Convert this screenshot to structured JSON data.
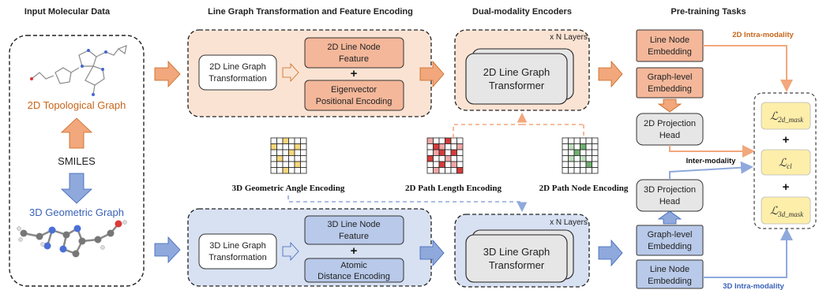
{
  "headers": {
    "input": "Input Molecular Data",
    "linegraph": "Line Graph Transformation and Feature Encoding",
    "encoders": "Dual-modality Encoders",
    "pretraining": "Pre-training Tasks"
  },
  "input_panel": {
    "topo_label": "2D Topological Graph",
    "smiles_label": "SMILES",
    "geo_label": "3D Geometric Graph"
  },
  "top_row": {
    "transform": [
      "2D Line Graph",
      "Transformation"
    ],
    "node_feature": [
      "2D Line Node",
      "Feature"
    ],
    "plus": "+",
    "pos_encoding": [
      "Eigenvector",
      "Positional Encoding"
    ],
    "layers": "x N Layers",
    "encoder": [
      "2D Line Graph",
      "Transformer"
    ]
  },
  "bottom_row": {
    "transform": [
      "3D Line Graph",
      "Transformation"
    ],
    "node_feature": [
      "3D Line Node",
      "Feature"
    ],
    "plus": "+",
    "dist_encoding": [
      "Atomic",
      "Distance Encoding"
    ],
    "layers": "x N Layers",
    "encoder": [
      "3D Line Graph",
      "Transformer"
    ]
  },
  "encodings": {
    "angle": "3D Geometric Angle Encoding",
    "path_length": "2D Path Length Encoding",
    "path_node": "2D Path Node Encoding"
  },
  "pretraining": {
    "line_node_2d": [
      "Line Node",
      "Embedding"
    ],
    "graph_level_2d": [
      "Graph-level",
      "Embedding"
    ],
    "proj_2d": [
      "2D Projection",
      "Head"
    ],
    "proj_3d": [
      "3D Projection",
      "Head"
    ],
    "graph_level_3d": [
      "Graph-level",
      "Embedding"
    ],
    "line_node_3d": [
      "Line Node",
      "Embedding"
    ],
    "intra_2d": "2D Intra-modality",
    "inter": "Inter-modality",
    "intra_3d": "3D Intra-modality"
  },
  "losses": {
    "symbol": "ℒ",
    "mask_2d_sub": "2d_mask",
    "cl_sub": "cl",
    "mask_3d_sub": "3d_mask",
    "plus": "+"
  },
  "colors": {
    "orange_fill": "#fbe3d3",
    "orange_box": "#f4b79a",
    "orange_arrow": "#f2a77c",
    "blue_fill": "#d7e1f2",
    "blue_box": "#b8c9e9",
    "blue_arrow": "#8fa9dc",
    "yellow_box": "#fdeeaa",
    "gray_box": "#e6e6e6"
  }
}
